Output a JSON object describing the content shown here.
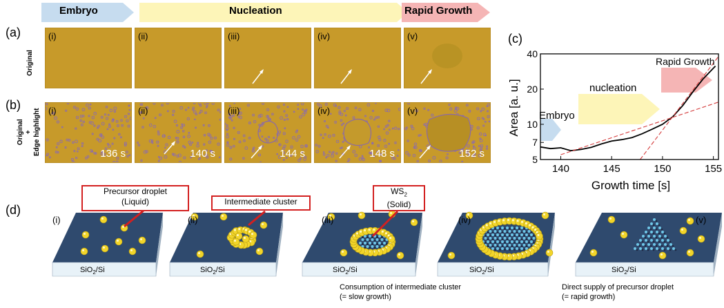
{
  "stages": {
    "embryo": "Embryo",
    "nucleation": "Nucleation",
    "rapid": "Rapid Growth"
  },
  "panel_letters": {
    "a": "(a)",
    "b": "(b)",
    "c": "(c)",
    "d": "(d)"
  },
  "row_labels": {
    "original": "Original",
    "edge_line1": "Original",
    "edge_line2": "+",
    "edge_line3": "Edge highlight"
  },
  "tiles": [
    "(i)",
    "(ii)",
    "(iii)",
    "(iv)",
    "(v)"
  ],
  "times": [
    "136 s",
    "140 s",
    "144 s",
    "148 s",
    "152 s"
  ],
  "chart": {
    "ylabel": "Area [a. u.]",
    "xlabel": "Growth time [s]",
    "embryo": "Embryo",
    "nucleation": "nucleation",
    "rapid": "Rapid Growth"
  },
  "chart_data": {
    "type": "line",
    "xlabel": "Growth time [s]",
    "ylabel": "Area [a. u.]",
    "xlim": [
      138,
      155.5
    ],
    "ylim": [
      5,
      40
    ],
    "yscale": "log",
    "xticks": [
      140,
      145,
      150,
      155
    ],
    "yticks": [
      5,
      7,
      10,
      20,
      40
    ],
    "series": [
      {
        "style": "solid",
        "color": "#000000",
        "x": [
          138,
          139,
          140,
          141,
          142,
          143,
          144,
          145,
          146,
          147,
          148,
          149,
          150,
          151,
          152,
          153,
          154,
          155.2
        ],
        "y": [
          6.4,
          6.2,
          6.3,
          5.95,
          6.1,
          6.35,
          6.8,
          7.2,
          7.4,
          7.7,
          8.3,
          9.1,
          10.0,
          11.6,
          14.5,
          19.0,
          24.5,
          31.5
        ]
      },
      {
        "style": "dashed",
        "color": "#d43a3a",
        "x": [
          140,
          155.5
        ],
        "y": [
          5.5,
          15.5
        ]
      },
      {
        "style": "dashed",
        "color": "#d43a3a",
        "x": [
          147.8,
          155.5
        ],
        "y": [
          5,
          38
        ]
      }
    ]
  },
  "diagram": {
    "romans": [
      "(i)",
      "(ii)",
      "(iii)",
      "(iv)",
      "(v)"
    ],
    "substrate": [
      "SiO",
      "2",
      "/Si"
    ],
    "callouts": {
      "precursor_line1": "Precursor droplet",
      "precursor_line2": "(Liquid)",
      "intermediate": "Intermediate cluster",
      "ws2_main": "WS",
      "ws2_sub": "2",
      "ws2_line2": "(Solid)"
    },
    "caption_slow_line1": "Consumption of intermediate cluster",
    "caption_slow_line2": "(= slow growth)",
    "caption_rapid_line1": "Direct supply of precursor droplet",
    "caption_rapid_line2": "(= rapid growth)"
  },
  "colors": {
    "embryo_arrow": "#c6dcef",
    "nucleation_arrow": "#fdf5b8",
    "rapid_arrow": "#f5b5b5",
    "tile_bg": "#c79a2a",
    "substrate_top": "#2f4a6e",
    "droplet": "#f2d52a",
    "callout_border": "#d32020",
    "fit_line": "#d43a3a"
  }
}
